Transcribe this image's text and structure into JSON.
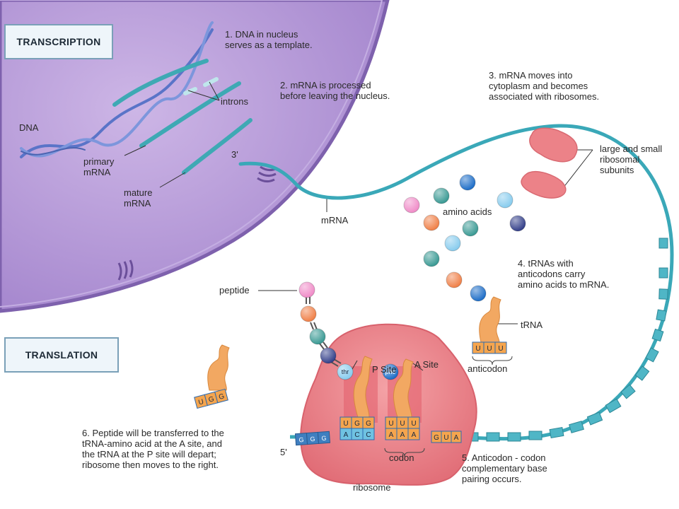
{
  "boxes": {
    "transcription": "TRANSCRIPTION",
    "translation": "TRANSLATION"
  },
  "labels": {
    "dna": "DNA",
    "introns": "introns",
    "primary_mrna": "primary\nmRNA",
    "mature_mrna": "mature\nmRNA",
    "three_prime": "3'",
    "mrna": "mRNA",
    "amino_acids": "amino acids",
    "ribosomal_subunits": "large and small\nribosomal\nsubunits",
    "peptide": "peptide",
    "trna": "tRNA",
    "anticodon": "anticodon",
    "p_site": "P Site",
    "a_site": "A Site",
    "codon": "codon",
    "ribosome": "ribosome",
    "five_prime": "5'",
    "thr": "thr",
    "phe": "phe"
  },
  "steps": {
    "s1": "1. DNA in nucleus\nserves as a template.",
    "s2": "2. mRNA is processed\nbefore leaving the nucleus.",
    "s3": "3. mRNA moves into\ncytoplasm and becomes\nassociated with ribosomes.",
    "s4": "4. tRNAs with\nanticodons carry\namino acids to mRNA.",
    "s5": "5. Anticodon - codon\ncomplementary base\npairing occurs.",
    "s6": "6. Peptide will be transferred to the\ntRNA-amino acid at the A site, and\nthe tRNA at the P site will depart;\nribosome then moves to the right."
  },
  "bases": {
    "free_trna": [
      "U",
      "G",
      "G"
    ],
    "incoming_trna": [
      "U",
      "U",
      "U"
    ],
    "p_anticodon": [
      "U",
      "G",
      "G"
    ],
    "p_codon": [
      "A",
      "C",
      "C"
    ],
    "a_anticodon": [
      "U",
      "U",
      "U"
    ],
    "a_codon": [
      "A",
      "A",
      "A"
    ],
    "mrna_left": [
      "G",
      "G",
      "G"
    ],
    "mrna_right": [
      "G",
      "U",
      "A"
    ]
  },
  "colors": {
    "nucleus": "#b89ad8",
    "membrane": "#8a6fb8",
    "mrna": "#3aa8b8",
    "ribosome": "#ec7f86",
    "trna": "#f0a860",
    "aa_pink": "#f08cc8",
    "aa_orange": "#f08048",
    "aa_teal": "#3a9a94",
    "aa_blue": "#1e6ec8",
    "aa_lightblue": "#88ccee",
    "aa_navy": "#34408a"
  }
}
